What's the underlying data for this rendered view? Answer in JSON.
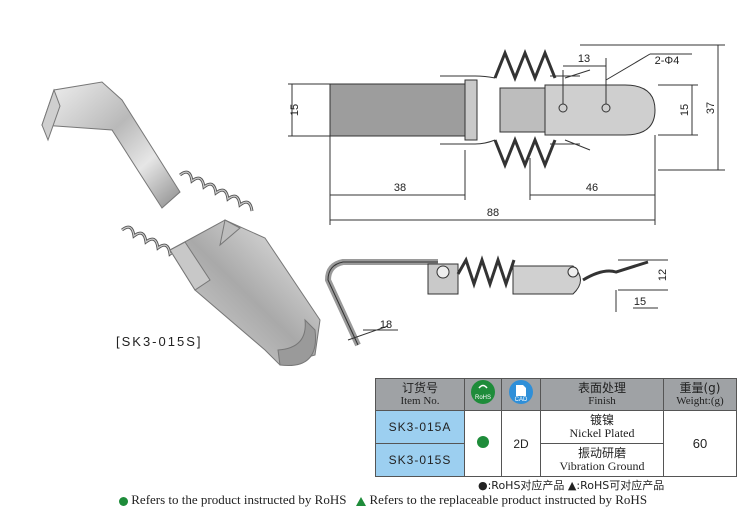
{
  "model_label": "[SK3-015S]",
  "dimensions": {
    "top_height": "15",
    "hole_spacing": "13",
    "hole_spec": "2-Φ4",
    "right_height_inner": "15",
    "right_height_total": "37",
    "left_length": "38",
    "right_length": "46",
    "total_length": "88",
    "side_height": "12",
    "side_offset": "15",
    "hook_length": "18"
  },
  "table": {
    "headers": {
      "item_cn": "订货号",
      "item_en": "Item No.",
      "rohs_icon_text": "RoHS",
      "cad_icon_text": "CAD",
      "finish_cn": "表面处理",
      "finish_en": "Finish",
      "weight_cn": "重量(g)",
      "weight_en": "Weight:(g)"
    },
    "rows": [
      {
        "item": "SK3-015A",
        "finish_cn": "镀镍",
        "finish_en": "Nickel Plated"
      },
      {
        "item": "SK3-015S",
        "finish_cn": "振动研磨",
        "finish_en": "Vibration Ground"
      }
    ],
    "cad": "2D",
    "weight": "60"
  },
  "notes": {
    "rohs_line": "●:RoHS对应产品   ▲:RoHS可对应产品",
    "rohs_en": "Refers to the product instructed by RoHS",
    "replace_en": "Refers to the replaceable product instructed by RoHS"
  },
  "colors": {
    "header_bg": "#9fa2a5",
    "item_bg": "#9ccff0",
    "green": "#1e8c3a",
    "cad_blue": "#2f8fd8"
  }
}
